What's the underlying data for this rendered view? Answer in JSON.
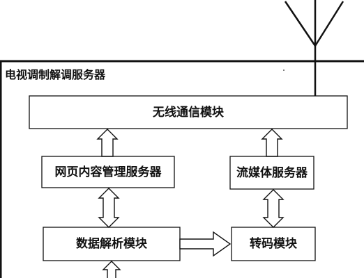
{
  "diagram": {
    "container_title": "电视调制解调服务器",
    "blocks": {
      "wireless": "无线通信模块",
      "web_content": "网页内容管理服务器",
      "streaming": "流媒体服务器",
      "data_parser": "数据解析模块",
      "transcoder": "转码模块"
    }
  },
  "colors": {
    "stroke": "#111111",
    "background": "#ffffff"
  }
}
